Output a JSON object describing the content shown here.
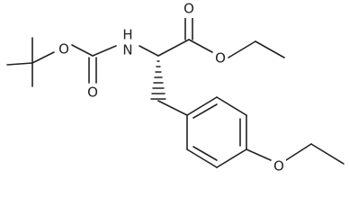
{
  "atom_labels": {
    "carbamate_ether_o": "O",
    "carbamate_carbonyl_o": "O",
    "amide_n": "N",
    "amide_h": "H",
    "ester_carbonyl_o": "O",
    "ester_alkoxy_o": "O",
    "aryl_ether_o": "O"
  },
  "colors": {
    "bond": "#222222",
    "background": "#ffffff"
  }
}
